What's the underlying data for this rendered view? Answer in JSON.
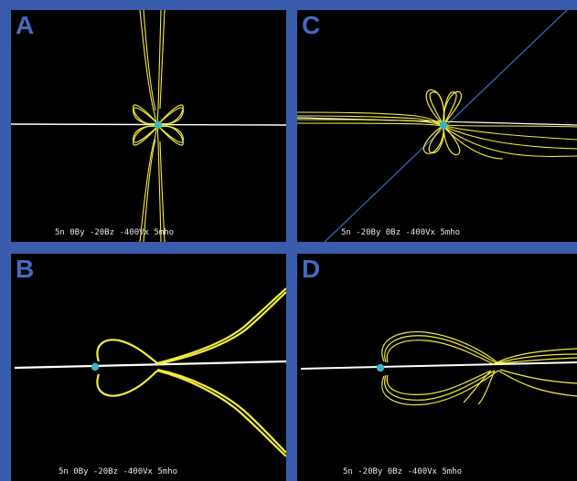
{
  "colors": {
    "frame": "#3a5cad",
    "panel_background": "#000000",
    "field_line": "#f2ec3c",
    "planet": "#37b7bb",
    "sun_line": "#ffffff",
    "diagonal": "#3a5cad",
    "letter": "#4669c4"
  },
  "panels": [
    {
      "letter": "A",
      "caption": "5n  0By  -20Bz  -400Vx  5mho"
    },
    {
      "letter": "B",
      "caption": "5n  0By  -20Bz  -400Vx  5mho"
    },
    {
      "letter": "C",
      "caption": "5n  -20By  0Bz  -400Vx  5mho"
    },
    {
      "letter": "D",
      "caption": "5n  -20By  0Bz  -400Vx  5mho"
    }
  ]
}
